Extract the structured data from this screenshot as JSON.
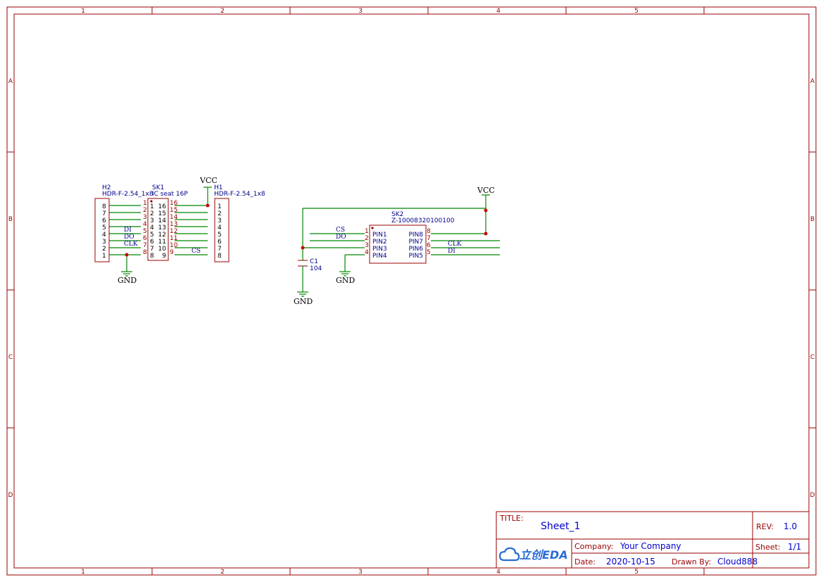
{
  "frame": {
    "columns": [
      "1",
      "2",
      "3",
      "4",
      "5"
    ],
    "rows": [
      "A",
      "B",
      "C",
      "D"
    ]
  },
  "components": {
    "h2": {
      "designator": "H2",
      "value": "HDR-F-2.54_1x8",
      "pins": [
        "8",
        "7",
        "6",
        "5",
        "4",
        "3",
        "2",
        "1"
      ]
    },
    "sk1": {
      "designator": "SK1",
      "value": "IC seat 16P",
      "left_pins": [
        "1",
        "2",
        "3",
        "4",
        "5",
        "6",
        "7",
        "8"
      ],
      "right_pins": [
        "16",
        "15",
        "14",
        "13",
        "12",
        "11",
        "10",
        "9"
      ]
    },
    "h1": {
      "designator": "H1",
      "value": "HDR-F-2.54_1x8",
      "pins": [
        "1",
        "2",
        "3",
        "4",
        "5",
        "6",
        "7",
        "8"
      ]
    },
    "sk2": {
      "designator": "SK2",
      "value": "Z-10008320100100",
      "left_pins": [
        {
          "num": "1",
          "name": "PIN1"
        },
        {
          "num": "2",
          "name": "PIN2"
        },
        {
          "num": "3",
          "name": "PIN3"
        },
        {
          "num": "4",
          "name": "PIN4"
        }
      ],
      "right_pins": [
        {
          "num": "8",
          "name": "PIN8"
        },
        {
          "num": "7",
          "name": "PIN7"
        },
        {
          "num": "6",
          "name": "PIN6"
        },
        {
          "num": "5",
          "name": "PIN5"
        }
      ]
    },
    "c1": {
      "designator": "C1",
      "value": "104"
    }
  },
  "nets": {
    "vcc": "VCC",
    "gnd": "GND",
    "di": "DI",
    "do": "DO",
    "clk": "CLK",
    "cs": "CS"
  },
  "title_block": {
    "title_label": "TITLE:",
    "title": "Sheet_1",
    "rev_label": "REV:",
    "rev": "1.0",
    "company_label": "Company:",
    "company": "Your Company",
    "sheet_label": "Sheet:",
    "sheet": "1/1",
    "date_label": "Date:",
    "date": "2020-10-15",
    "drawn_label": "Drawn By:",
    "drawn_by": "Cloud888",
    "logo_text": "立创EDA"
  },
  "colors": {
    "frame": "#990000",
    "wire": "#008800",
    "text_blue": "#00008b",
    "title_value": "#0000cc",
    "junction": "#cc0000",
    "logo": "#2b6cd6"
  }
}
